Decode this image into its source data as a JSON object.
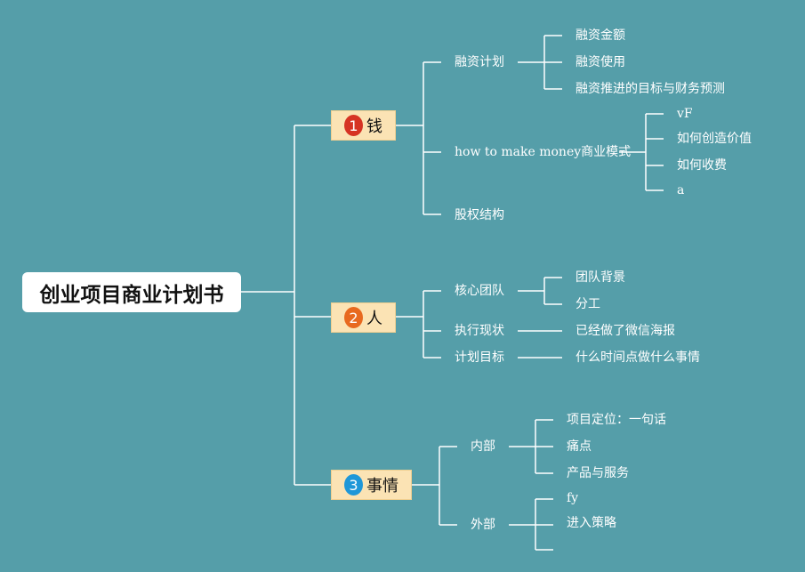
{
  "root": {
    "label": "创业项目商业计划书"
  },
  "colors": {
    "background": "#559ea9",
    "line": "#ffffff",
    "branch_fill": "#fbe3b4",
    "badge_1": "#d63323",
    "badge_2": "#e8691f",
    "badge_3": "#1f97d8"
  },
  "branches": [
    {
      "number": "1",
      "label": "钱",
      "children": [
        {
          "label": "融资计划",
          "children": [
            "融资金额",
            "融资使用",
            "融资推进的目标与财务预测"
          ]
        },
        {
          "label": "how to make money商业模式",
          "children": [
            "vF",
            "如何创造价值",
            "如何收费",
            "a"
          ]
        },
        {
          "label": "股权结构",
          "children": []
        }
      ]
    },
    {
      "number": "2",
      "label": "人",
      "children": [
        {
          "label": "核心团队",
          "children": [
            "团队背景",
            "分工"
          ]
        },
        {
          "label": "执行现状",
          "children": [
            "已经做了微信海报"
          ]
        },
        {
          "label": "计划目标",
          "children": [
            "什么时间点做什么事情"
          ]
        }
      ]
    },
    {
      "number": "3",
      "label": "事情",
      "children": [
        {
          "label": "内部",
          "children": [
            "项目定位：一句话",
            "痛点",
            "产品与服务"
          ]
        },
        {
          "label": "外部",
          "children": [
            "fy",
            "进入策略",
            ""
          ]
        }
      ]
    }
  ]
}
